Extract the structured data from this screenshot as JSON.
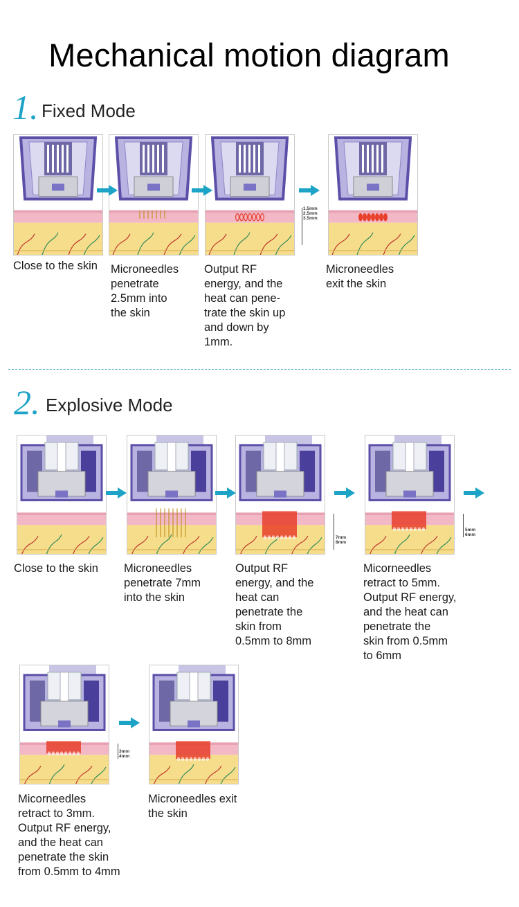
{
  "title": "Mechanical motion diagram",
  "sections": [
    {
      "number": "1.",
      "label": "Fixed Mode",
      "steps": [
        {
          "caption": "Close to the skin",
          "needles": "none"
        },
        {
          "caption": "Microneedles\npenetrate\n2.5mm into\nthe skin",
          "needles": "thin"
        },
        {
          "caption": "Output RF\nenergy, and the\nheat can pene-\ntrate the skin up\nand down by\n1mm.",
          "needles": "dots",
          "scale": [
            "1.5mm",
            "2.5mm",
            "3.5mm"
          ]
        },
        {
          "caption": "Microneedles\nexit the skin",
          "needles": "dots-solid"
        }
      ]
    },
    {
      "number": "2.",
      "label": "Explosive Mode",
      "steps": [
        {
          "caption": "Close to the skin",
          "needles": "none"
        },
        {
          "caption": "Microneedles\npenetrate 7mm\n into the skin",
          "needles": "long"
        },
        {
          "caption": "Output RF\nenergy, and the\nheat can\npenetrate the\nskin from\n0.5mm to 8mm",
          "needles": "block-long",
          "scale": [
            "7mm",
            "8mm"
          ]
        },
        {
          "caption": "Micorneedles\nretract to 5mm.\nOutput RF energy,\nand the heat can\npenetrate the\nskin from 0.5mm\nto 6mm",
          "needles": "block-mid",
          "scale": [
            "5mm",
            "6mm"
          ]
        },
        {
          "caption": "Micorneedles\nretract to 3mm.\nOutput RF energy,\nand the heat can\npenetrate the skin\nfrom 0.5mm to 4mm",
          "needles": "block-short",
          "scale": [
            "3mm",
            "4mm"
          ]
        },
        {
          "caption": "Microneedles exit\nthe skin",
          "needles": "block-solid"
        }
      ]
    }
  ],
  "colors": {
    "accent": "#1ca3c6",
    "arrow": "#1ca3c6",
    "device_frame": "#5b4fa8",
    "device_glass": "#b8b3e0",
    "skin_epidermis": "#f2b8c6",
    "skin_dermis": "#f6dd8c",
    "needle_heat": "#e8402a"
  }
}
